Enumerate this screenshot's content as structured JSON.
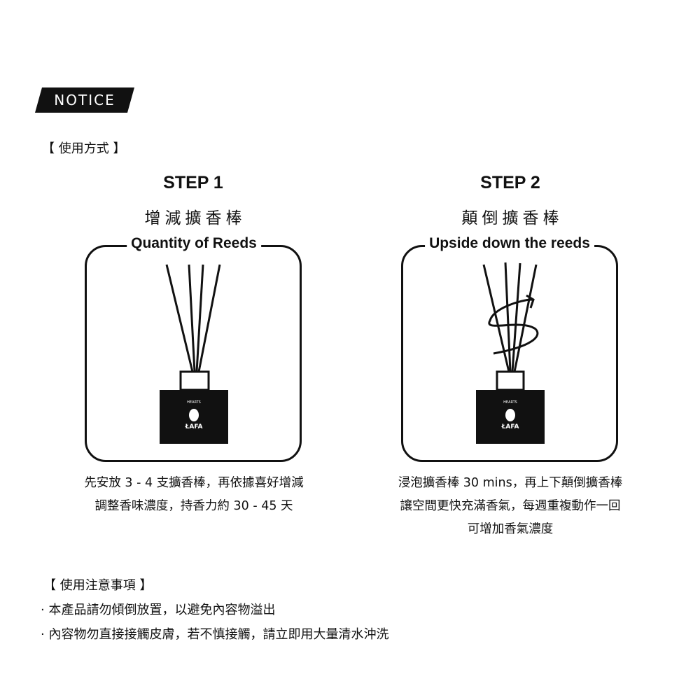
{
  "notice": "NOTICE",
  "usage_heading": "【 使用方式 】",
  "steps": [
    {
      "title": "STEP 1",
      "subtitle": "增減擴香棒",
      "label": "Quantity of Reeds",
      "lines": [
        "先安放 3 - 4 支擴香棒，再依據喜好增減",
        "調整香味濃度，持香力約 30 - 45 天"
      ]
    },
    {
      "title": "STEP 2",
      "subtitle": "顛倒擴香棒",
      "label": "Upside down the reeds",
      "lines": [
        "浸泡擴香棒 30 mins，再上下顛倒擴香棒",
        "讓空間更快充滿香氣，每週重複動作一回",
        "可增加香氣濃度"
      ]
    }
  ],
  "logo": {
    "top": "HEARTS",
    "brand": "ŁAFA"
  },
  "caution_heading": "【 使用注意事項 】",
  "cautions": [
    "· 本產品請勿傾倒放置，以避免內容物溢出",
    "· 內容物勿直接接觸皮膚，若不慎接觸，請立即用大量清水沖洗"
  ]
}
